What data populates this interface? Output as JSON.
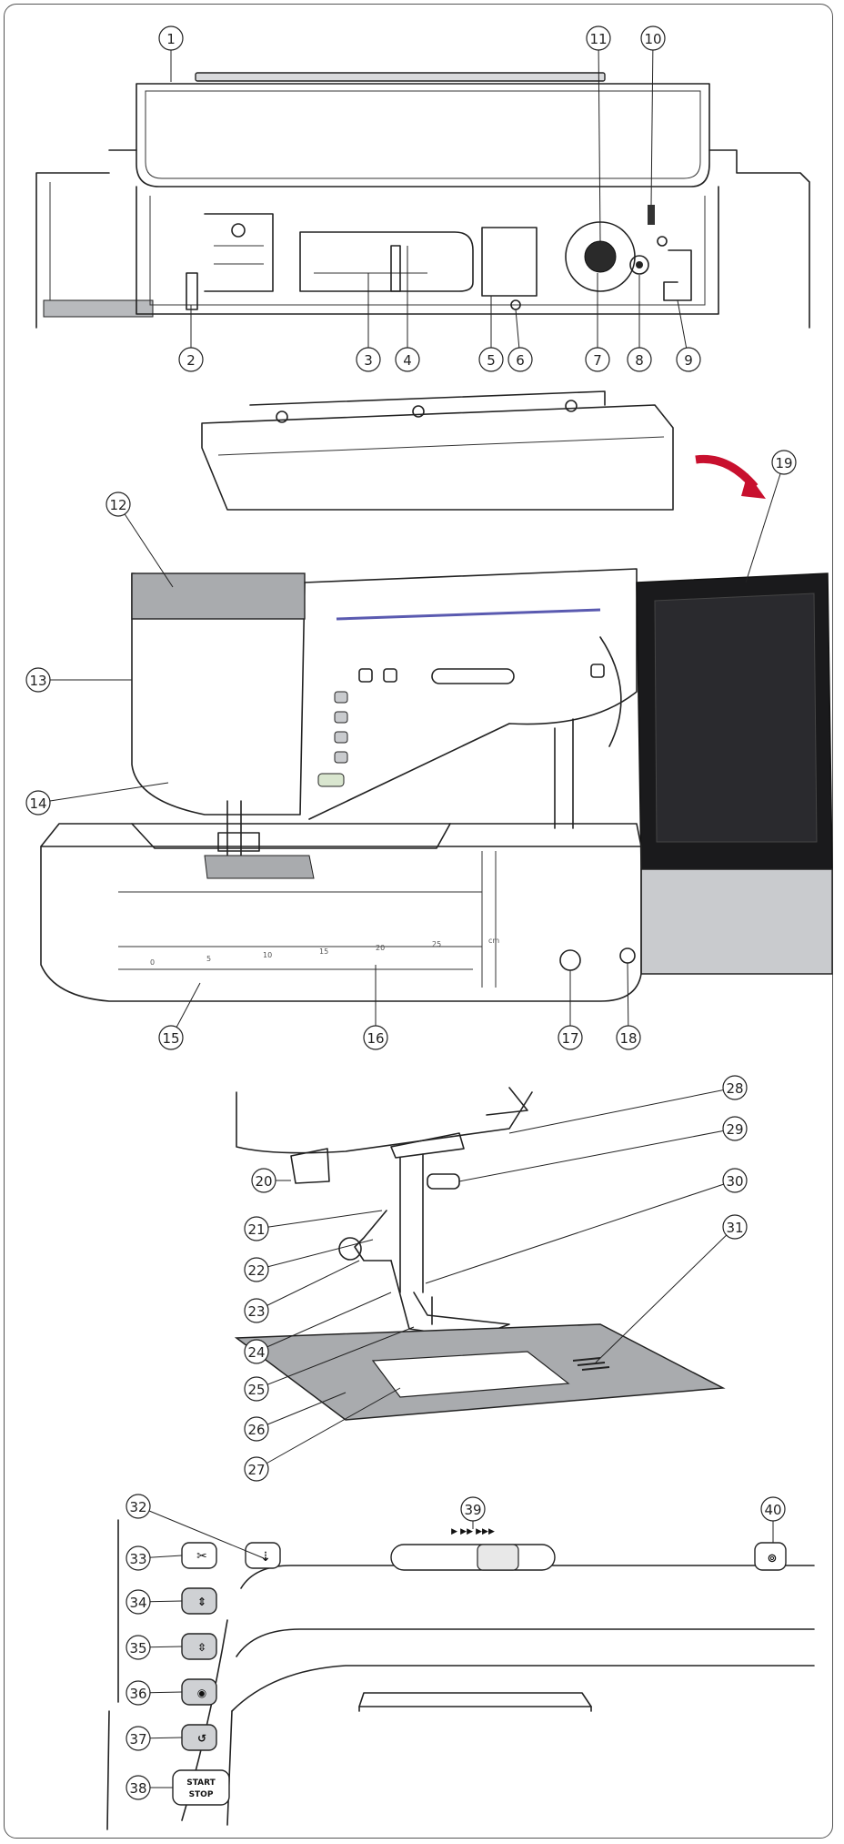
{
  "callouts": [
    {
      "id": "1",
      "text": "①"
    },
    {
      "id": "2",
      "text": "②"
    },
    {
      "id": "3",
      "text": "③"
    },
    {
      "id": "4",
      "text": "④"
    },
    {
      "id": "5",
      "text": "⑤"
    },
    {
      "id": "6",
      "text": "⑥"
    },
    {
      "id": "7",
      "text": "⑦"
    },
    {
      "id": "8",
      "text": "⑧"
    },
    {
      "id": "9",
      "text": "⑨"
    },
    {
      "id": "10",
      "text": "⑩"
    },
    {
      "id": "11",
      "text": "⑪"
    },
    {
      "id": "12",
      "text": "⑫"
    },
    {
      "id": "13",
      "text": "⑬"
    },
    {
      "id": "14",
      "text": "⑭"
    },
    {
      "id": "15",
      "text": "⑮"
    },
    {
      "id": "16",
      "text": "⑯"
    },
    {
      "id": "17",
      "text": "⑰"
    },
    {
      "id": "18",
      "text": "⑱"
    },
    {
      "id": "19",
      "text": "⑲"
    },
    {
      "id": "20",
      "text": "⑳"
    },
    {
      "id": "21",
      "text": "㉑"
    },
    {
      "id": "22",
      "text": "㉒"
    },
    {
      "id": "23",
      "text": "㉓"
    },
    {
      "id": "24",
      "text": "㉔"
    },
    {
      "id": "25",
      "text": "㉕"
    },
    {
      "id": "26",
      "text": "㉖"
    },
    {
      "id": "27",
      "text": "㉗"
    },
    {
      "id": "28",
      "text": "㉘"
    },
    {
      "id": "29",
      "text": "㉙"
    },
    {
      "id": "30",
      "text": "㉚"
    },
    {
      "id": "31",
      "text": "㉛"
    },
    {
      "id": "32",
      "text": "㉜"
    },
    {
      "id": "33",
      "text": "㉝"
    },
    {
      "id": "34",
      "text": "㉞"
    },
    {
      "id": "35",
      "text": "㉟"
    },
    {
      "id": "36",
      "text": "㊱"
    },
    {
      "id": "37",
      "text": "㊲"
    },
    {
      "id": "38",
      "text": "㊳"
    },
    {
      "id": "39",
      "text": "㊴"
    },
    {
      "id": "40",
      "text": "㊵"
    }
  ],
  "buttons": {
    "start_stop_line1": "START",
    "start_stop_line2": "STOP",
    "speed_arrows": "▶ ▶▶ ▶▶▶"
  },
  "ruler_marks": [
    "0",
    "5",
    "10",
    "15",
    "20",
    "25",
    "cm"
  ],
  "colors": {
    "outline": "#222222",
    "screen": "#1a1a1c",
    "panel_grey": "#c9cbce",
    "arrow_red": "#c8102e",
    "plate_grey": "#a9abae"
  }
}
